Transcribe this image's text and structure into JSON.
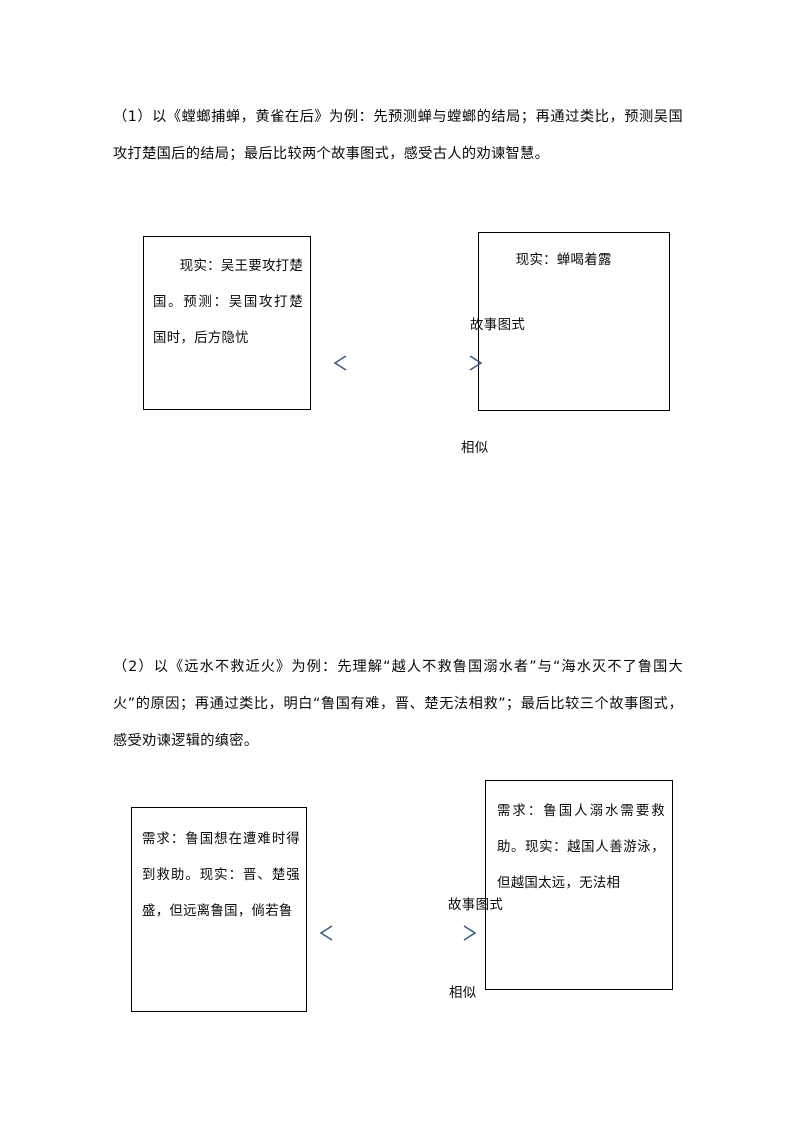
{
  "document": {
    "paragraphs": [
      {
        "id": "p1",
        "text": "（1）以《螳螂捕蝉，黄雀在后》为例：先预测蝉与螳螂的结局；再通过类比，预测吴国攻打楚国后的结局；最后比较两个故事图式，感受古人的劝谏智慧。"
      },
      {
        "id": "p2",
        "text": "（2）以《远水不救近火》为例：先理解“越人不救鲁国溺水者”与“海水灭不了鲁国大火”的原因；再通过类比，明白“鲁国有难，晋、楚无法相救”；最后比较三个故事图式，感受劝谏逻辑的缜密。"
      }
    ]
  },
  "diagrams": [
    {
      "id": "diagram-1",
      "left_box": {
        "text": "现实：吴王要攻打楚国。预测：吴国攻打楚国时，后方隐忧"
      },
      "right_box": {
        "text": "现实：蝉喝着露"
      },
      "schema_label": "故事图式",
      "similar_label": "相似",
      "arrow": {
        "type": "double-headed",
        "color": "#26405e"
      }
    },
    {
      "id": "diagram-2",
      "left_box": {
        "text": "需求：鲁国想在遭难时得到救助。现实：晋、楚强盛，但远离鲁国，倘若鲁"
      },
      "right_box": {
        "text": "需求：鲁国人溺水需要救助。现实：越国人善游泳，但越国太远，无法相"
      },
      "schema_label": "故事图式",
      "similar_label": "相似",
      "arrow": {
        "type": "double-headed",
        "color": "#26405e"
      }
    }
  ],
  "colors": {
    "text": "#0a0a0a",
    "box_border": "#000000",
    "arrow": "#26405e",
    "arrow_highlight": "#9eb3c8",
    "page_background": "#ffffff"
  }
}
